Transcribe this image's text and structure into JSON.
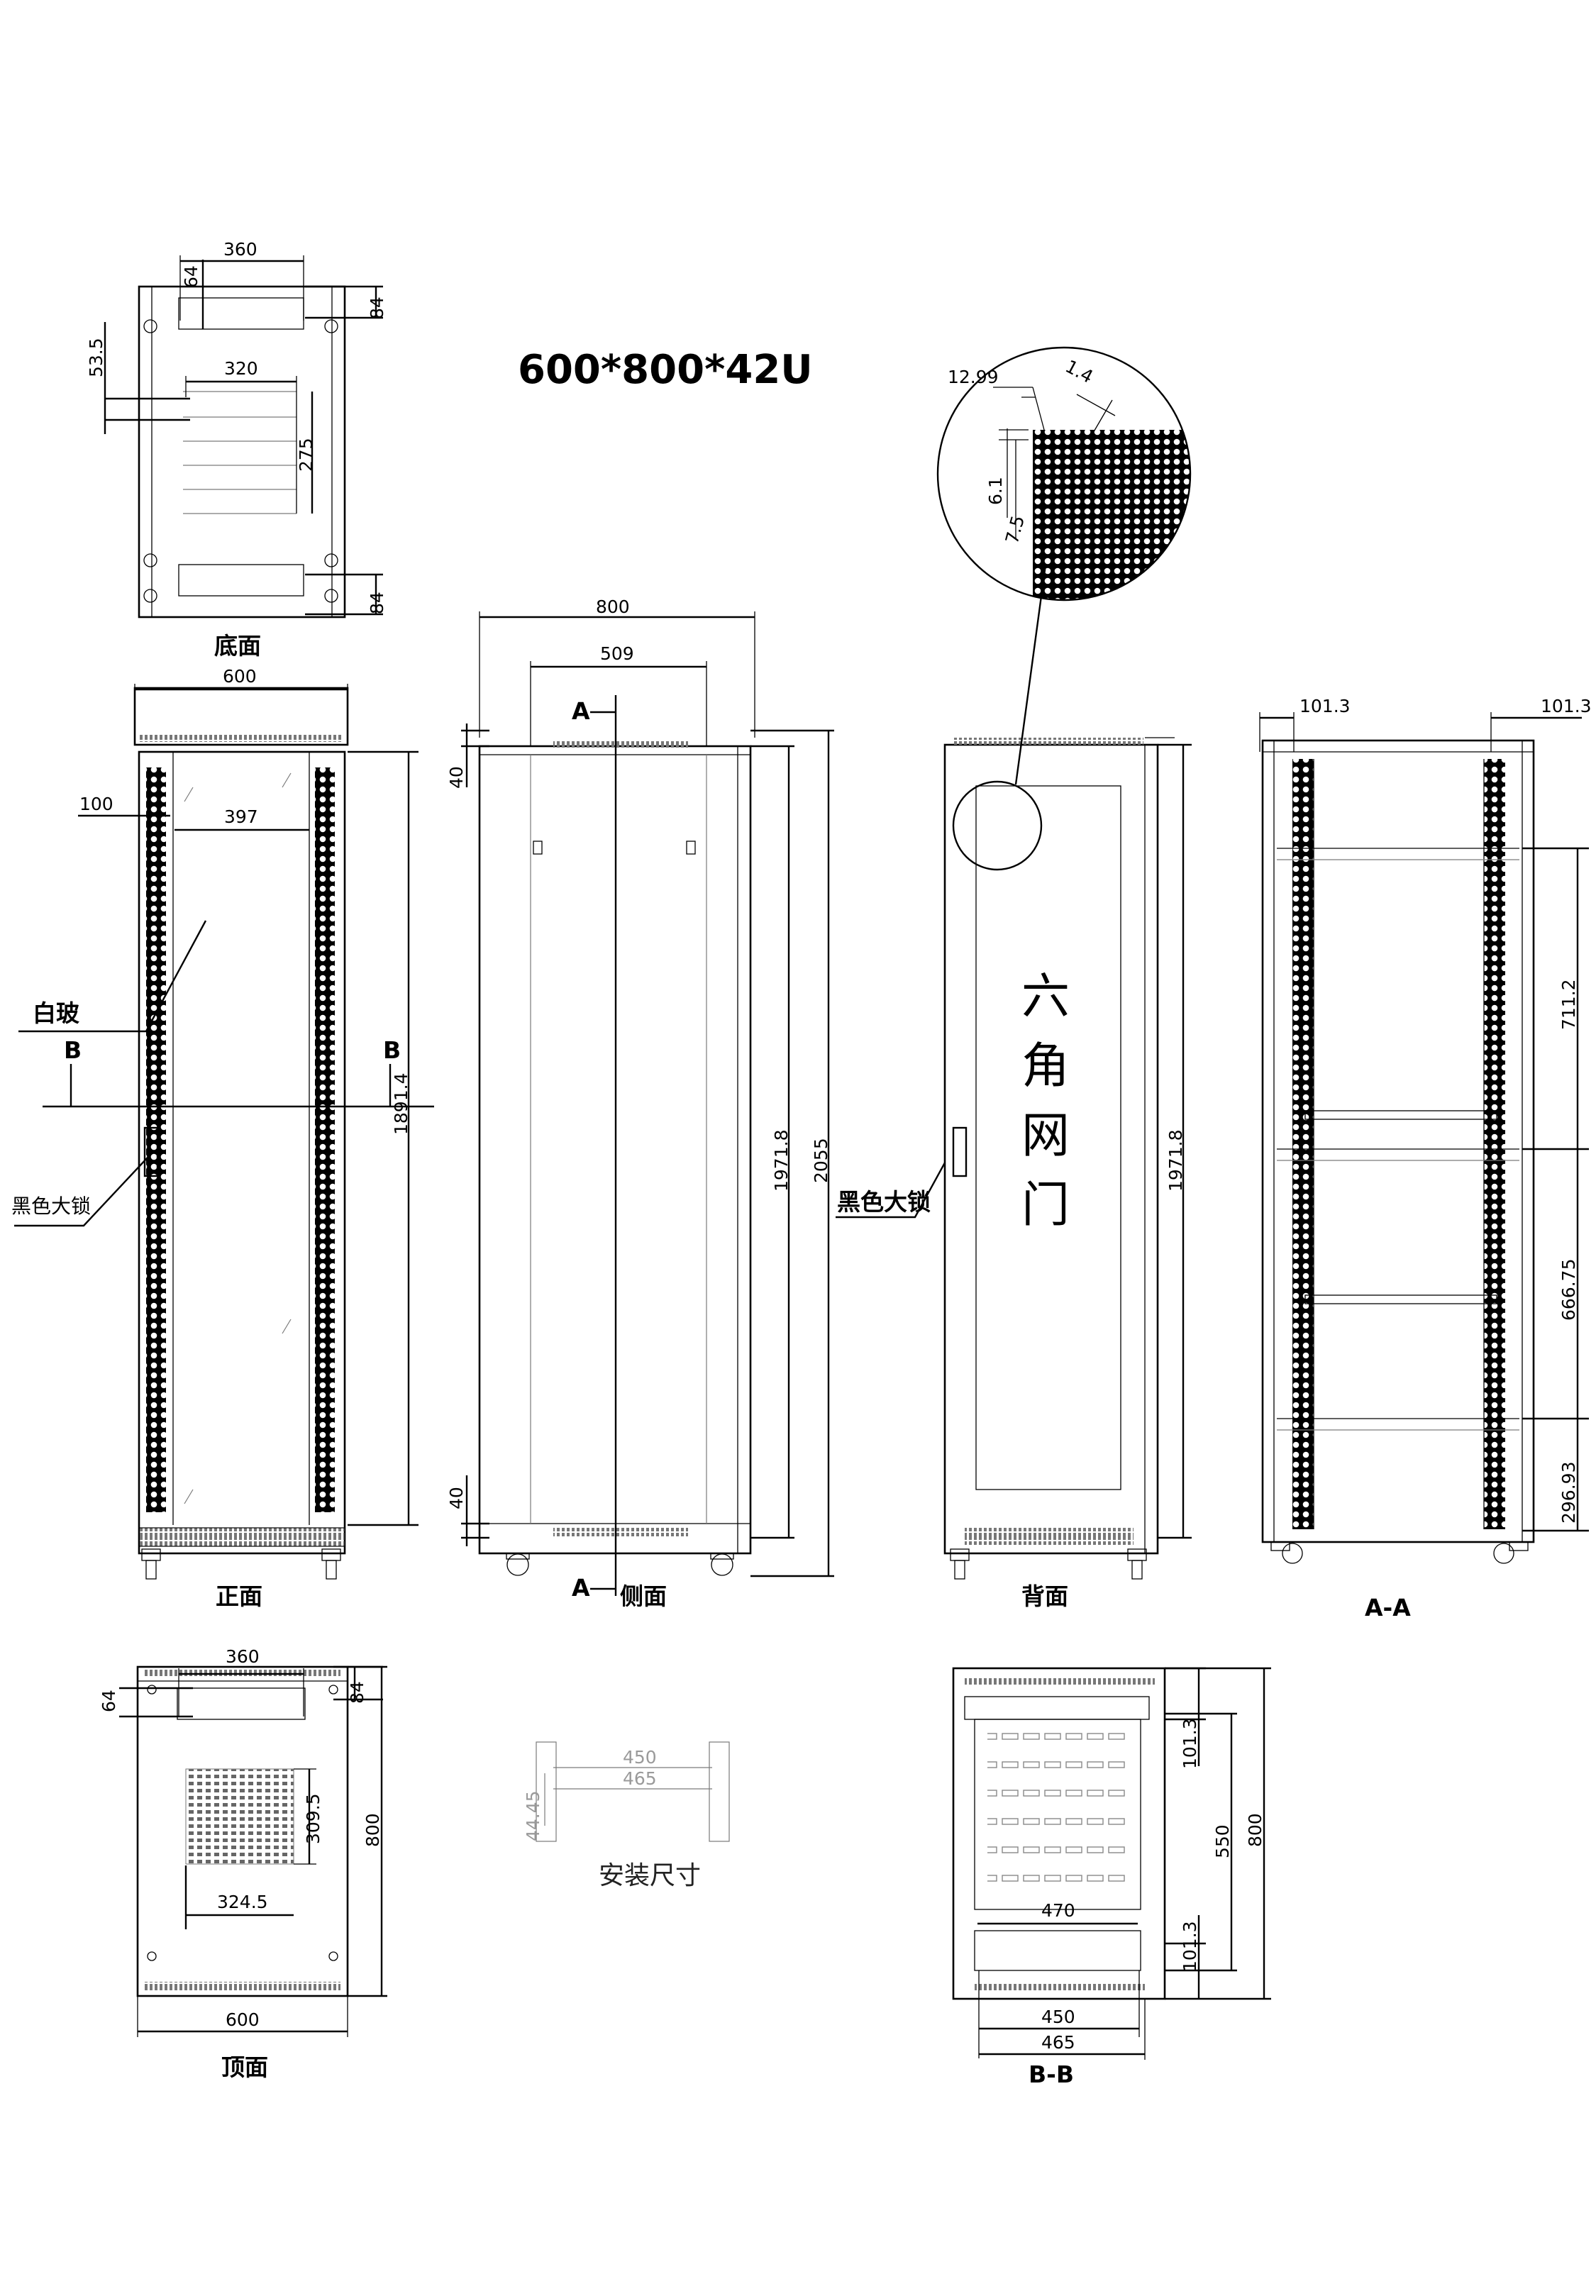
{
  "title": "600*800*42U",
  "views": {
    "bottom": {
      "label": "底面",
      "dims": {
        "top_width": "360",
        "top_depth": "64",
        "right_top": "84",
        "left_offset": "53.5",
        "inner_width": "320",
        "inner_height": "275",
        "right_bottom": "84"
      }
    },
    "front": {
      "label": "正面",
      "dims": {
        "width": "600",
        "side": "100",
        "inner": "397",
        "height": "1891.4"
      },
      "callouts": {
        "glass": "白玻",
        "lock": "黑色大锁"
      },
      "section_mark": "B"
    },
    "side": {
      "label": "侧面",
      "dims": {
        "depth": "800",
        "inner_depth": "509",
        "offset_top": "40",
        "offset_bottom": "40",
        "height1": "1971.8",
        "height2": "2055"
      },
      "section_mark": "A",
      "callouts": {
        "lock": "黑色大锁"
      }
    },
    "back": {
      "label": "背面",
      "door_text": [
        "六",
        "角",
        "网",
        "门"
      ],
      "dims": {
        "height": "1971.8"
      },
      "detail": {
        "pitch": "12.99",
        "hole": "1.4",
        "row": "6.1",
        "row2": "7.5"
      }
    },
    "section_a": {
      "label": "A-A",
      "dims": {
        "left": "101.3",
        "right": "101.3",
        "seg1": "711.2",
        "seg2": "666.75",
        "seg3": "296.93"
      }
    },
    "top": {
      "label": "顶面",
      "dims": {
        "top_width": "360",
        "top_depth": "64",
        "right_top": "84",
        "vent_height": "309.5",
        "vent_width": "324.5",
        "depth": "800",
        "width": "600"
      }
    },
    "install": {
      "label": "安装尺寸",
      "dims": {
        "w1": "450",
        "w2": "465",
        "unit": "44.45"
      }
    },
    "section_b": {
      "label": "B-B",
      "dims": {
        "top_off": "101.3",
        "mid": "550",
        "depth": "800",
        "inner": "470",
        "bot_off": "101.3",
        "w1": "450",
        "w2": "465"
      }
    }
  }
}
